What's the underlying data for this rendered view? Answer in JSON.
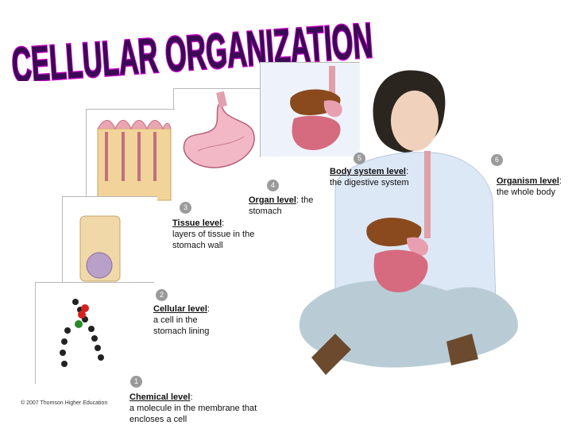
{
  "title": "CELLULAR ORGANIZATION",
  "copyright": {
    "symbol": "©",
    "text": "2007 Thomson Higher Education"
  },
  "levels": [
    {
      "number": "1",
      "name": "Chemical level",
      "desc": "a molecule in the membrane that encloses a cell"
    },
    {
      "number": "2",
      "name": "Cellular level",
      "desc": "a cell in the stomach lining"
    },
    {
      "number": "3",
      "name": "Tissue level",
      "desc": "layers of tissue in the stomach wall"
    },
    {
      "number": "4",
      "name": "Organ level",
      "desc": "the stomach"
    },
    {
      "number": "5",
      "name": "Body system level",
      "desc": "the digestive system"
    },
    {
      "number": "6",
      "name": "Organism level",
      "desc": "the whole body"
    }
  ],
  "colors": {
    "title_fill": "#3a0a55",
    "title_outline": "#c000c0",
    "badge": "#9a9a9a"
  }
}
